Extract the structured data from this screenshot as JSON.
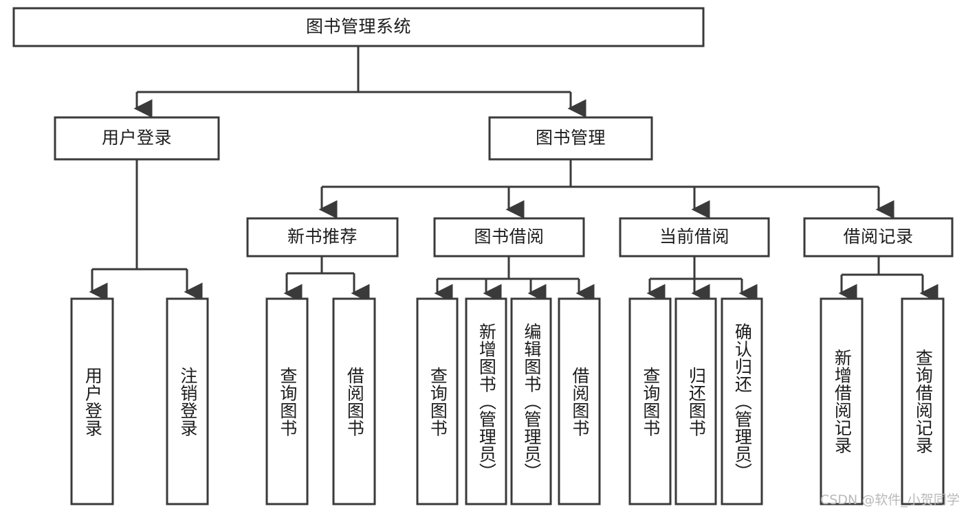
{
  "diagram": {
    "type": "tree",
    "title": "图书管理系统",
    "root": {
      "id": "root",
      "label": "图书管理系统"
    },
    "level1": [
      {
        "id": "user-login",
        "label": "用户登录"
      },
      {
        "id": "book-manage",
        "label": "图书管理"
      }
    ],
    "level2": [
      {
        "id": "new-book-rec",
        "label": "新书推荐",
        "parent": "book-manage"
      },
      {
        "id": "book-borrow",
        "label": "图书借阅",
        "parent": "book-manage"
      },
      {
        "id": "current-borrow",
        "label": "当前借阅",
        "parent": "book-manage"
      },
      {
        "id": "borrow-record",
        "label": "借阅记录",
        "parent": "book-manage"
      }
    ],
    "leaves": [
      {
        "id": "leaf-user-login",
        "label": "用户登录",
        "parent": "user-login"
      },
      {
        "id": "leaf-logout",
        "label": "注销登录",
        "parent": "user-login"
      },
      {
        "id": "leaf-query-book-1",
        "label": "查询图书",
        "parent": "new-book-rec"
      },
      {
        "id": "leaf-borrow-book-1",
        "label": "借阅图书",
        "parent": "new-book-rec"
      },
      {
        "id": "leaf-query-book-2",
        "label": "查询图书",
        "parent": "book-borrow"
      },
      {
        "id": "leaf-add-book",
        "label": "新增图书（管理员）",
        "parent": "book-borrow"
      },
      {
        "id": "leaf-edit-book",
        "label": "编辑图书（管理员）",
        "parent": "book-borrow"
      },
      {
        "id": "leaf-borrow-book-2",
        "label": "借阅图书",
        "parent": "book-borrow"
      },
      {
        "id": "leaf-query-book-3",
        "label": "查询图书",
        "parent": "current-borrow"
      },
      {
        "id": "leaf-return-book",
        "label": "归还图书",
        "parent": "current-borrow"
      },
      {
        "id": "leaf-confirm-return",
        "label": "确认归还（管理员）",
        "parent": "current-borrow"
      },
      {
        "id": "leaf-add-record",
        "label": "新增借阅记录",
        "parent": "borrow-record"
      },
      {
        "id": "leaf-query-record",
        "label": "查询借阅记录",
        "parent": "borrow-record"
      }
    ],
    "watermark": "CSDN @软件_小贺同学",
    "colors": {
      "stroke": "#3a3a3a",
      "box_fill": "#ffffff",
      "text": "#1c1c1c",
      "background": "#ffffff",
      "watermark": "#b9b9b9"
    }
  }
}
